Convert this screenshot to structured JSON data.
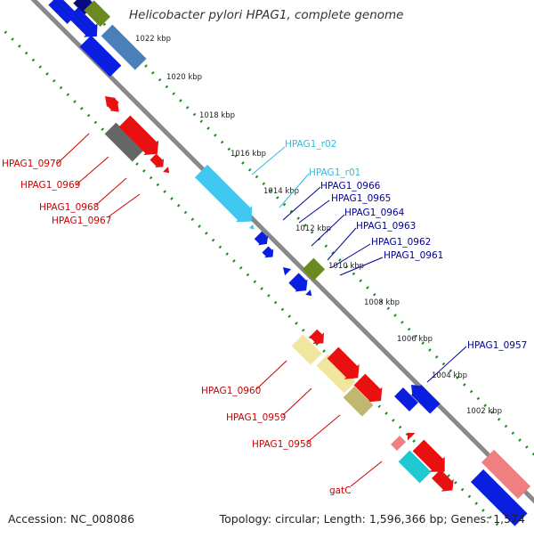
{
  "header": {
    "title": "Helicobacter pylori HPAG1, complete genome"
  },
  "footer": {
    "accession": "Accession: NC_008086",
    "summary": "Topology: circular; Length: 1,596,366 bp; Genes: 1,574"
  },
  "colors": {
    "backbone": "#888888",
    "tick": "#1a8a1a",
    "red_gene": "#e81010",
    "blue_gene": "#0a1ee0",
    "rna_gene": "#40c8f0",
    "olive_gene": "#6a8a20",
    "grey_gene": "#666666",
    "pale_yellow": "#f0e6a0",
    "khaki": "#c0b870",
    "teal": "#20c8d0",
    "pink": "#f08080",
    "steel": "#4a7fb8",
    "label_red": "#cc0000",
    "label_blue": "#000099",
    "label_cyan": "#33bbdd"
  },
  "scale_labels": [
    "1022 kbp",
    "1020 kbp",
    "1018 kbp",
    "1016 kbp",
    "1014 kbp",
    "1012 kbp",
    "1010 kbp",
    "1008 kbp",
    "1006 kbp",
    "1004 kbp",
    "1002 kbp"
  ],
  "gene_labels": [
    {
      "text": "HPAG1_r02",
      "color": "label_cyan"
    },
    {
      "text": "HPAG1_r01",
      "color": "label_cyan"
    },
    {
      "text": "HPAG1_0966",
      "color": "label_blue"
    },
    {
      "text": "HPAG1_0965",
      "color": "label_blue"
    },
    {
      "text": "HPAG1_0964",
      "color": "label_blue"
    },
    {
      "text": "HPAG1_0963",
      "color": "label_blue"
    },
    {
      "text": "HPAG1_0962",
      "color": "label_blue"
    },
    {
      "text": "HPAG1_0961",
      "color": "label_blue"
    },
    {
      "text": "HPAG1_0957",
      "color": "label_blue"
    },
    {
      "text": "HPAG1_0970",
      "color": "label_red"
    },
    {
      "text": "HPAG1_0969",
      "color": "label_red"
    },
    {
      "text": "HPAG1_0968",
      "color": "label_red"
    },
    {
      "text": "HPAG1_0967",
      "color": "label_red"
    },
    {
      "text": "HPAG1_0960",
      "color": "label_red"
    },
    {
      "text": "HPAG1_0959",
      "color": "label_red"
    },
    {
      "text": "HPAG1_0958",
      "color": "label_red"
    },
    {
      "text": "gatC",
      "color": "label_red"
    }
  ]
}
